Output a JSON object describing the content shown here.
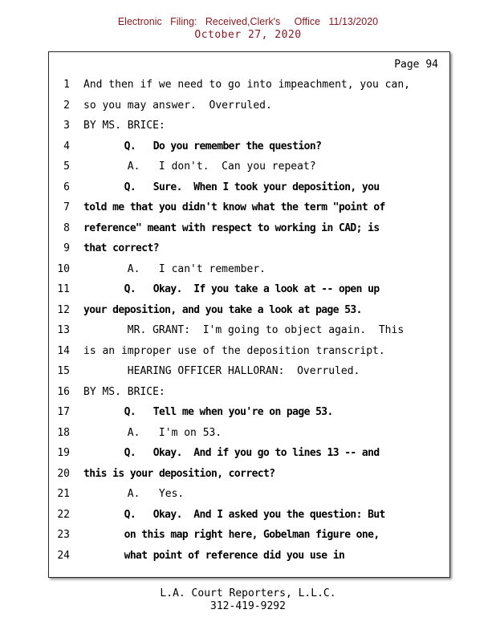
{
  "colors": {
    "header_text": "#7f1a1f",
    "body_text": "#000000",
    "page_border": "#2a2a2a"
  },
  "header": {
    "efiling_line": "Electronic   Filing:   Received,Clerk's     Office   11/13/2020",
    "date_line": "October 27, 2020"
  },
  "page": {
    "page_label": "Page 94",
    "lines": [
      {
        "num": "1",
        "bold": false,
        "text": "And then if we need to go into impeachment, you can,"
      },
      {
        "num": "2",
        "bold": false,
        "text": "so you may answer.  Overruled."
      },
      {
        "num": "3",
        "bold": false,
        "text": "BY MS. BRICE:"
      },
      {
        "num": "4",
        "bold": true,
        "text": "       Q.   Do you remember the question?"
      },
      {
        "num": "5",
        "bold": false,
        "text": "       A.   I don't.  Can you repeat?"
      },
      {
        "num": "6",
        "bold": true,
        "text": "       Q.   Sure.  When I took your deposition, you"
      },
      {
        "num": "7",
        "bold": true,
        "text": "told me that you didn't know what the term \"point of"
      },
      {
        "num": "8",
        "bold": true,
        "text": "reference\" meant with respect to working in CAD; is"
      },
      {
        "num": "9",
        "bold": true,
        "text": "that correct?"
      },
      {
        "num": "10",
        "bold": false,
        "text": "       A.   I can't remember."
      },
      {
        "num": "11",
        "bold": true,
        "text": "       Q.   Okay.  If you take a look at -- open up"
      },
      {
        "num": "12",
        "bold": true,
        "text": "your deposition, and you take a look at page 53."
      },
      {
        "num": "13",
        "bold": false,
        "text": "       MR. GRANT:  I'm going to object again.  This"
      },
      {
        "num": "14",
        "bold": false,
        "text": "is an improper use of the deposition transcript."
      },
      {
        "num": "15",
        "bold": false,
        "text": "       HEARING OFFICER HALLORAN:  Overruled."
      },
      {
        "num": "16",
        "bold": false,
        "text": "BY MS. BRICE:"
      },
      {
        "num": "17",
        "bold": true,
        "text": "       Q.   Tell me when you're on page 53."
      },
      {
        "num": "18",
        "bold": false,
        "text": "       A.   I'm on 53."
      },
      {
        "num": "19",
        "bold": true,
        "text": "       Q.   Okay.  And if you go to lines 13 -- and"
      },
      {
        "num": "20",
        "bold": true,
        "text": "this is your deposition, correct?"
      },
      {
        "num": "21",
        "bold": false,
        "text": "       A.   Yes."
      },
      {
        "num": "22",
        "bold": true,
        "text": "       Q.   Okay.  And I asked you the question: But"
      },
      {
        "num": "23",
        "bold": true,
        "text": "       on this map right here, Gobelman figure one,"
      },
      {
        "num": "24",
        "bold": true,
        "text": "       what point of reference did you use in"
      }
    ]
  },
  "footer": {
    "company": "L.A. Court Reporters, L.L.C.",
    "phone": "312-419-9292"
  }
}
